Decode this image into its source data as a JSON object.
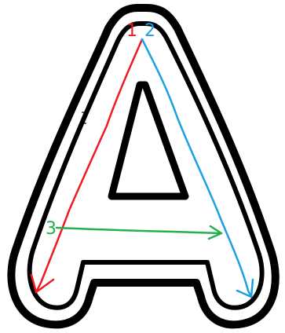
{
  "letter": {
    "glyph": "A",
    "outline_color": "#000000",
    "fill_color": "#ffffff"
  },
  "strokes": [
    {
      "number": "1",
      "color": "#ed1c24"
    },
    {
      "number": "2",
      "color": "#1ba1e2"
    },
    {
      "number": "3",
      "color": "#22b14c"
    }
  ],
  "cursor": {
    "icon": "text-cursor-icon"
  }
}
